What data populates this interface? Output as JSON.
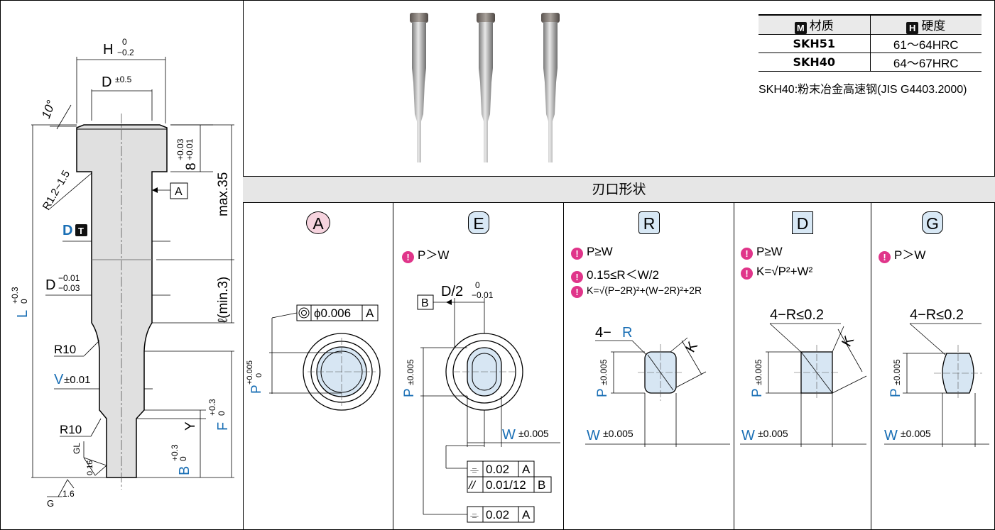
{
  "material_table": {
    "header_material": "材质",
    "header_material_icon": "M",
    "header_hardness": "硬度",
    "header_hardness_icon": "H",
    "rows": [
      {
        "material": "SKH51",
        "hardness": "61～64HRC"
      },
      {
        "material": "SKH40",
        "hardness": "64～67HRC"
      }
    ],
    "note": "SKH40:粉末冶金高速钢(JIS G4403.2000)"
  },
  "edge_shape_title": "刃口形状",
  "main_drawing": {
    "H": "H",
    "H_tol_upper": "0",
    "H_tol_lower": "−0.2",
    "D_top": "D",
    "D_top_tol": "±0.5",
    "angle": "10°",
    "head_thickness": "8",
    "head_tol_upper": "+0.03",
    "head_tol_lower": "+0.01",
    "max": "max.35",
    "fillet": "R1.2~1.5",
    "datum_A": "A",
    "DT_label": "D",
    "DT_icon": "T",
    "D_shank": "D",
    "D_shank_tol_upper": "−0.01",
    "D_shank_tol_lower": "−0.03",
    "L": "L",
    "L_tol_upper": "+0.3",
    "L_tol_lower": "0",
    "ell": "ℓ(min.3)",
    "R10_a": "R10",
    "V": "V",
    "V_tol": "±0.01",
    "F": "F",
    "F_tol_upper": "+0.3",
    "F_tol_lower": "0",
    "Y": "Y",
    "R10_b": "R10",
    "B": "B",
    "B_tol_upper": "+0.3",
    "B_tol_lower": "0",
    "GL": "GL",
    "surface": "0.16",
    "G": "G",
    "G_surface": "1.6"
  },
  "shapes": [
    {
      "letter": "A",
      "badge_color": "#f6d3de",
      "conditions": [],
      "tol_frame": [
        "⌾",
        "ϕ0.006",
        "A"
      ],
      "P_label": "P",
      "P_tol_upper": "+0.005",
      "P_tol_lower": "0"
    },
    {
      "letter": "E",
      "badge_color": "#d8e8f5",
      "conditions": [
        "P＞W"
      ],
      "D2_label": "D/2",
      "D2_tol_upper": "0",
      "D2_tol_lower": "−0.01",
      "datum_B": "B",
      "P_label": "P",
      "P_tol": "±0.005",
      "W_label": "W",
      "W_tol": "±0.005",
      "frame1": [
        "⌯",
        "0.02",
        "A"
      ],
      "frame2": [
        "//",
        "0.01/12",
        "B"
      ],
      "frame3": [
        "⌯",
        "0.02",
        "A"
      ]
    },
    {
      "letter": "R",
      "badge_color": "#d8e8f5",
      "conditions": [
        "P≥W",
        "0.15≤R＜W/2",
        "K=√(P−2R)²+(W−2R)²+2R"
      ],
      "corner_label_prefix": "4−",
      "corner_label_R": "R",
      "K_label": "K",
      "P_label": "P",
      "P_tol": "±0.005",
      "W_label": "W",
      "W_tol": "±0.005"
    },
    {
      "letter": "D",
      "badge_color": "#d8e8f5",
      "conditions": [
        "P≥W",
        "K=√P²+W²"
      ],
      "corner_label": "4−R≤0.2",
      "K_label": "K",
      "P_label": "P",
      "P_tol": "±0.005",
      "W_label": "W",
      "W_tol": "±0.005"
    },
    {
      "letter": "G",
      "badge_color": "#d8e8f5",
      "conditions": [
        "P＞W"
      ],
      "corner_label": "4−R≤0.2",
      "P_label": "P",
      "P_tol": "±0.005",
      "W_label": "W",
      "W_tol": "±0.005"
    }
  ],
  "colors": {
    "dimension_blue": "#1a6fb5",
    "shape_fill": "#d7e6f3",
    "warning_pink": "#e0358a",
    "header_gray": "#e6e6e6"
  }
}
